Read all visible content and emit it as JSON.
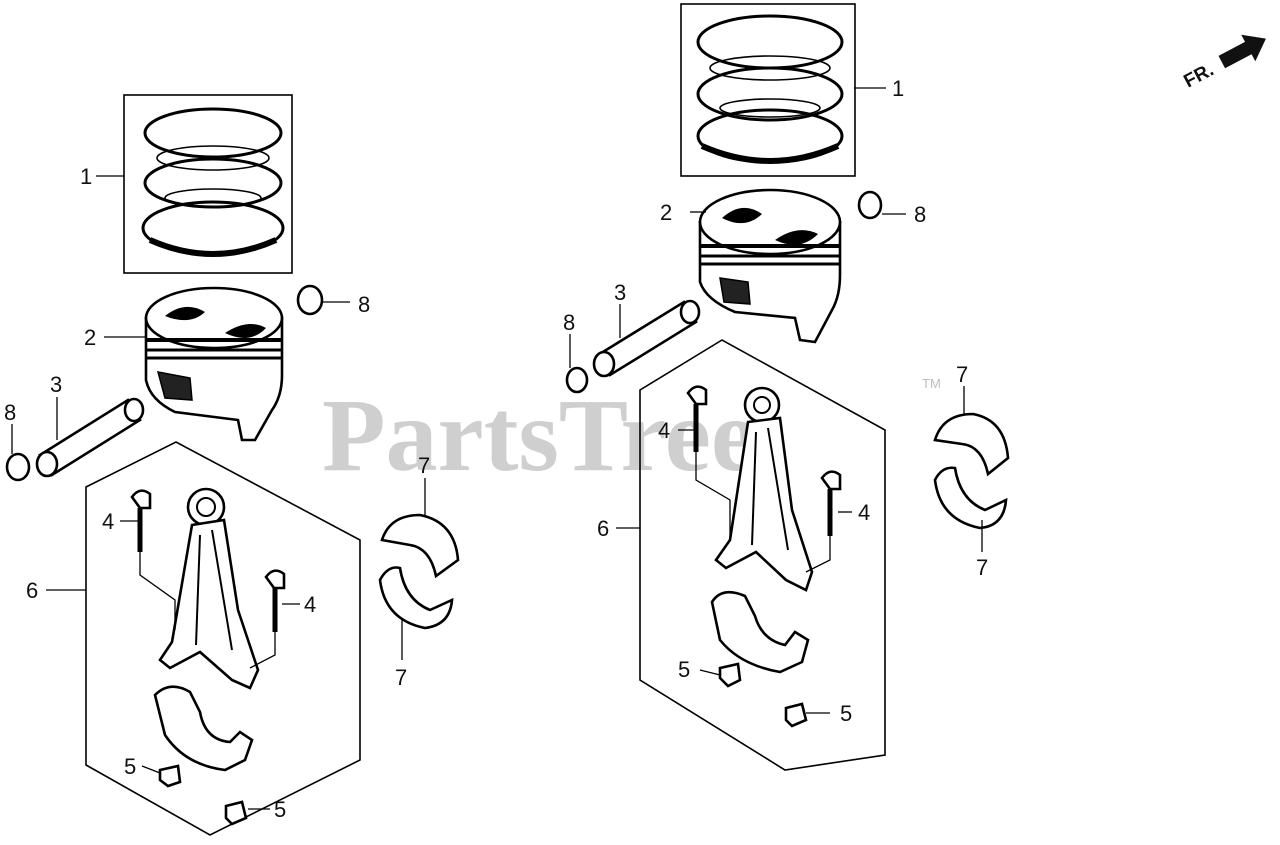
{
  "watermark": {
    "text": "PartsTree",
    "trademark": "TM"
  },
  "direction_indicator": {
    "label": "FR."
  },
  "callouts": {
    "left": [
      {
        "id": "L1",
        "label": "1"
      },
      {
        "id": "L2",
        "label": "2"
      },
      {
        "id": "L3",
        "label": "3"
      },
      {
        "id": "L8a",
        "label": "8"
      },
      {
        "id": "L8b",
        "label": "8"
      },
      {
        "id": "L4a",
        "label": "4"
      },
      {
        "id": "L4b",
        "label": "4"
      },
      {
        "id": "L6",
        "label": "6"
      },
      {
        "id": "L7a",
        "label": "7"
      },
      {
        "id": "L7b",
        "label": "7"
      },
      {
        "id": "L5a",
        "label": "5"
      },
      {
        "id": "L5b",
        "label": "5"
      }
    ],
    "right": [
      {
        "id": "R1",
        "label": "1"
      },
      {
        "id": "R2",
        "label": "2"
      },
      {
        "id": "R8a",
        "label": "8"
      },
      {
        "id": "R3",
        "label": "3"
      },
      {
        "id": "R8b",
        "label": "8"
      },
      {
        "id": "R4a",
        "label": "4"
      },
      {
        "id": "R4b",
        "label": "4"
      },
      {
        "id": "R6",
        "label": "6"
      },
      {
        "id": "R7a",
        "label": "7"
      },
      {
        "id": "R7b",
        "label": "7"
      },
      {
        "id": "R5a",
        "label": "5"
      },
      {
        "id": "R5b",
        "label": "5"
      }
    ]
  }
}
